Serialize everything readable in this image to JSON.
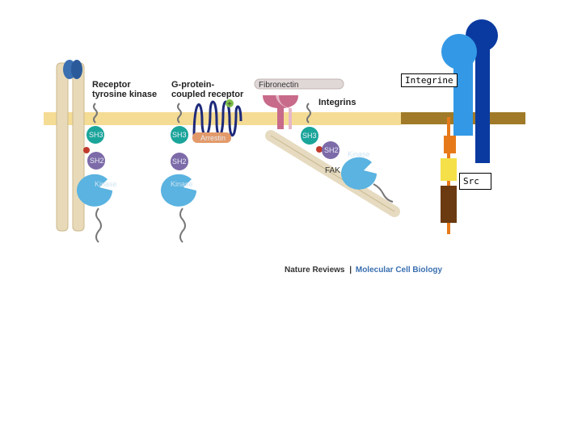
{
  "diagram": {
    "receptor_tyrosine_kinase": {
      "label_line1": "Receptor",
      "label_line2": "tyrosine kinase"
    },
    "gpcr": {
      "label_line1": "G-protein-",
      "label_line2": "coupled receptor"
    },
    "fibronectin": {
      "label": "Fibronectin"
    },
    "integrins": {
      "label": "Integrins"
    },
    "domains": {
      "sh3": "SH3",
      "sh2": "SH2",
      "kinase": "Kinase",
      "arrestin": "Arrestin",
      "fak": "FAK",
      "phospho": "P",
      "plus": "+"
    },
    "credit": {
      "journal": "Nature Reviews",
      "separator": "|",
      "section": "Molecular Cell Biology"
    }
  },
  "annotations": {
    "integrine": "Integrine",
    "src": "Src"
  },
  "colors": {
    "membrane": "#f5dc94",
    "membrane_dark": "#a07a28",
    "rtk_body": "#e8dab8",
    "sh3": "#1aa59a",
    "sh2": "#7d6aa8",
    "kinase": "#5ab3e0",
    "integrin_light": "#3399e6",
    "integrin_dark": "#0a3aa0",
    "src_orange": "#e67a1a",
    "src_yellow": "#f5e04a",
    "src_brown": "#6b3a10",
    "credit_blue": "#3a6fb0"
  }
}
